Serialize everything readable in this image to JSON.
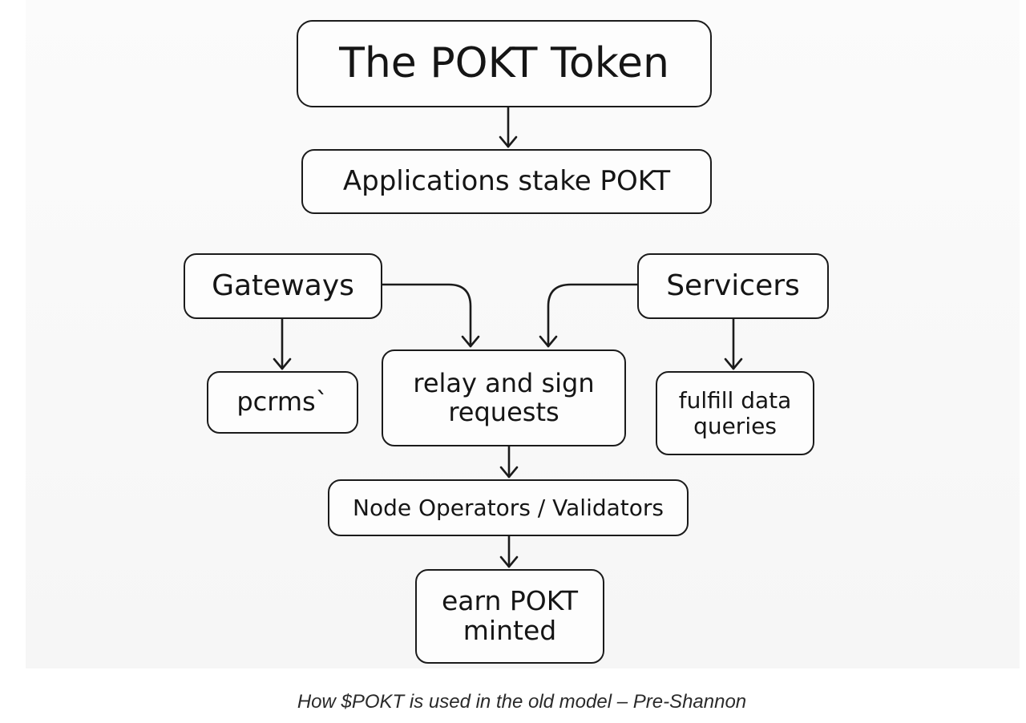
{
  "diagram": {
    "nodes": {
      "title": "The POKT Token",
      "apps": "Applications stake POKT",
      "gateways": "Gateways",
      "servicers": "Servicers",
      "pcrms": "pcrms`",
      "relay": "relay and sign\nrequests",
      "fulfill": "fulfill data\nqueries",
      "validators": "Node Operators / Validators",
      "earn": "earn POKT\nminted"
    },
    "edges": [
      {
        "from": "title",
        "to": "apps"
      },
      {
        "from": "gateways",
        "to": "relay"
      },
      {
        "from": "servicers",
        "to": "relay"
      },
      {
        "from": "gateways",
        "to": "pcrms"
      },
      {
        "from": "servicers",
        "to": "fulfill"
      },
      {
        "from": "relay",
        "to": "validators"
      },
      {
        "from": "validators",
        "to": "earn"
      }
    ],
    "stroke_color": "#1b1b1b"
  },
  "caption": "How $POKT is used in the old model – Pre-Shannon"
}
